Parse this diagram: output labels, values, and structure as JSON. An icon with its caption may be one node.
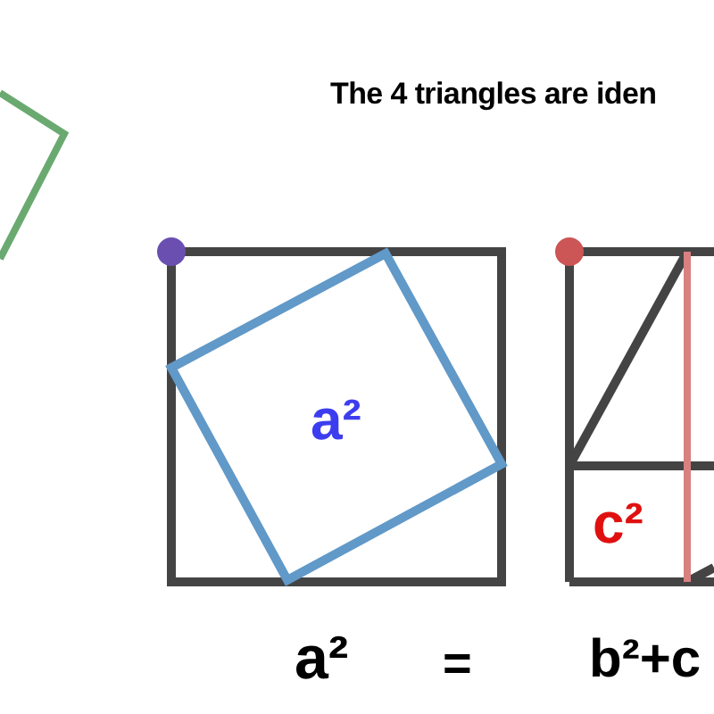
{
  "diagram": {
    "title": "The 4 triangles are iden",
    "nodes": [
      {
        "text": [
          "a²"
        ]
      },
      {
        "text": [
          "c²"
        ]
      }
    ],
    "labels": [
      "a²",
      "=",
      "b²+c"
    ]
  }
}
